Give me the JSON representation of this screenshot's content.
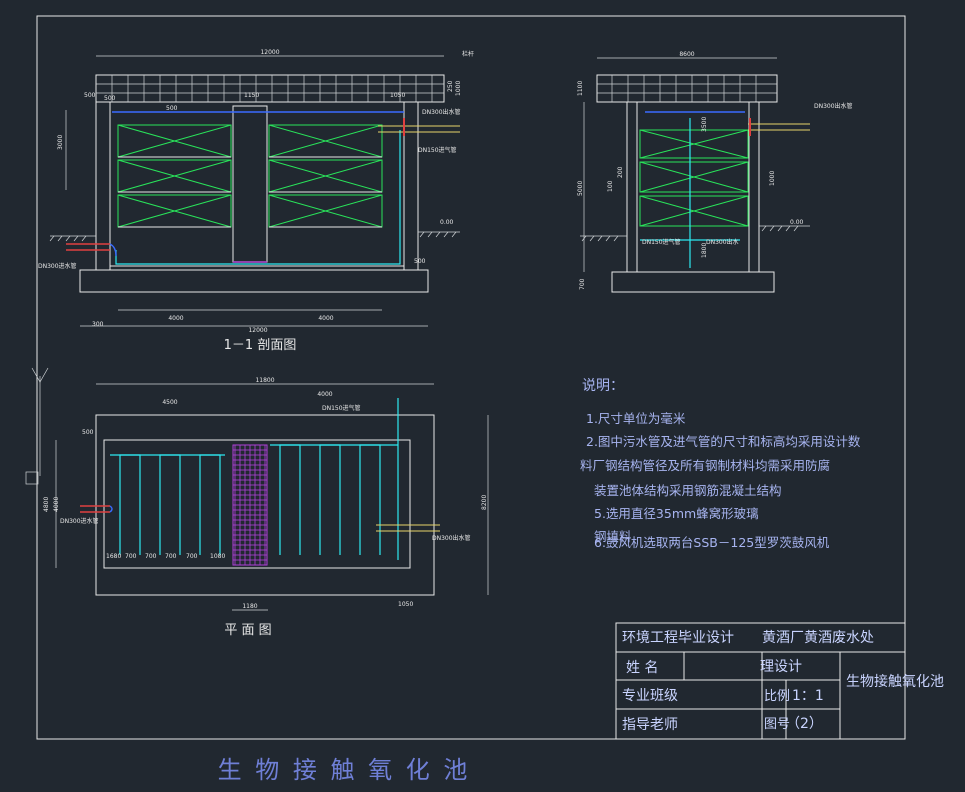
{
  "section_view": {
    "title": "1－1 剖面图",
    "top_width": "12000",
    "bottom_width": "12000",
    "dims": [
      "500",
      "500",
      "1150",
      "1050",
      "3000",
      "250",
      "1000",
      "4000",
      "4000",
      "500",
      "300",
      "500"
    ],
    "labels": {
      "top_right": "栏杆",
      "outlet": "DN300出水管",
      "air_inlet": "DN150进气管",
      "inlet": "DN300进水管",
      "ground": "0.00"
    }
  },
  "side_view": {
    "top_width": "8600",
    "dims": [
      "1100",
      "5000",
      "3500",
      "1000",
      "200",
      "100",
      "1800",
      "700"
    ],
    "labels": {
      "outlet": "DN300出水管",
      "air_inlet": "DN150进气管",
      "outlet2": "DN300出水",
      "ground": "0.00"
    }
  },
  "plan_view": {
    "title": "平 面 图",
    "top_width": "11800",
    "dims": [
      "4500",
      "4000",
      "500",
      "4800",
      "4000",
      "8200",
      "1180",
      "1050"
    ],
    "bottom_dims": [
      "1680",
      "700",
      "700",
      "700",
      "700",
      "1080"
    ],
    "labels": {
      "air_inlet": "DN150进气管",
      "inlet": "DN300进水管",
      "outlet": "DN300出水管"
    }
  },
  "notes": {
    "heading": "说明：",
    "lines": [
      "1.尺寸单位为毫米",
      "2.图中污水管及进气管的尺寸和标高均采用设计数",
      "料厂钢结构管径及所有钢制材料均需采用防腐",
      "装置池体结构采用钢筋混凝土结构",
      "5.选用直径35mm蜂窝形玻璃",
      "钢填料",
      "6.鼓风机选取两台SSB－125型罗茨鼓风机"
    ]
  },
  "title_block": {
    "project": "环境工程毕业设计",
    "subject": "黄酒厂黄酒废水处",
    "suffix": "理设计",
    "name_label": "姓 名",
    "class_label": "专业班级",
    "advisor_label": "指导老师",
    "scale_label": "比例",
    "scale_value": "1：1",
    "drawing_no_label": "图号",
    "drawing_no_value": "（2）",
    "drawing_name": "生物接触氧化池"
  },
  "caption": "生 物 接 触 氧 化 池"
}
